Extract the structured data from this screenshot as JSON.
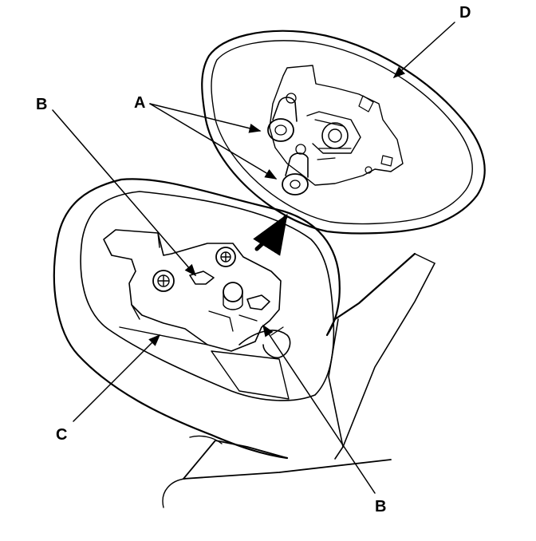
{
  "callouts": {
    "a": "A",
    "b_upper": "B",
    "b_lower": "B",
    "c": "C",
    "d": "D"
  },
  "icons": {
    "arrow": "curved-arrow-icon"
  }
}
